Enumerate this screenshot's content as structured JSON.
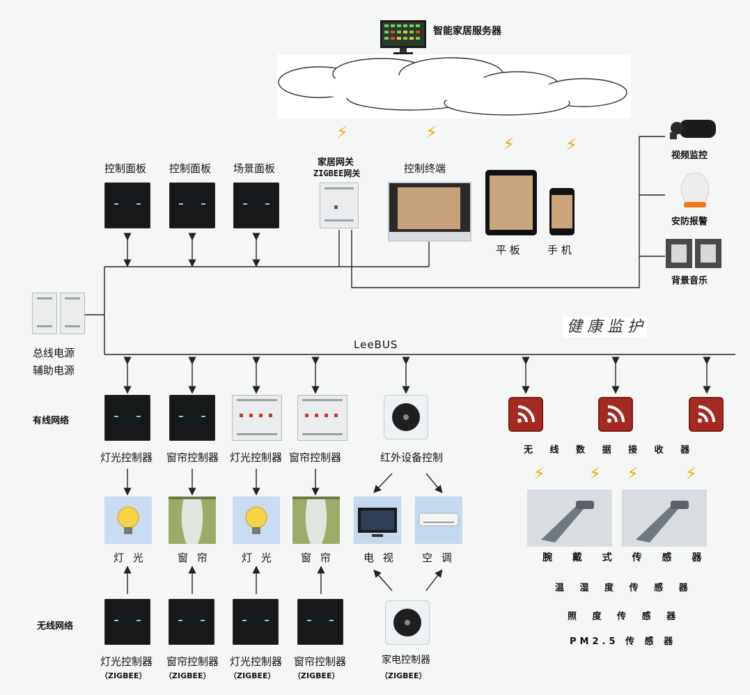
{
  "colors": {
    "line": "#222222",
    "panel": "#16181a",
    "led": "#6fd6ff",
    "wifi": "#a42a22",
    "bolt": "#e3b10f"
  },
  "server": {
    "label": "智能家居服务器",
    "icon": "monitor-icon"
  },
  "top": {
    "panel1": "控制面板",
    "panel2": "控制面板",
    "panel3": "场景面板",
    "gateway": "家居网关",
    "gateway2": "ZIGBEE网关",
    "terminal": "控制终端",
    "tablet": "平 板",
    "phone": "手 机"
  },
  "right": {
    "video": "视频监控",
    "alarm": "安防报警",
    "music": "背景音乐"
  },
  "power": {
    "line1": "总线电源",
    "line2": "辅助电源"
  },
  "bus": {
    "name": "LeeBUS",
    "health": "健 康 监 护"
  },
  "wired": {
    "title": "有线网络",
    "items": [
      "灯光控制器",
      "窗帘控制器",
      "灯光控制器",
      "窗帘控制器"
    ],
    "ir": "红外设备控制",
    "receiver": "无 线 数 据 接 收 器"
  },
  "devices": {
    "items": [
      "灯 光",
      "窗 帘",
      "灯 光",
      "窗 帘"
    ],
    "tv": "电 视",
    "ac": "空 调",
    "wrist": "腕 戴 式 传 感 器"
  },
  "sensors": {
    "s1": "温 湿 度 传 感 器",
    "s2": "照 度 传 感 器",
    "s3": "PM2.5 传 感 器"
  },
  "wireless": {
    "title": "无线网络",
    "items": [
      "灯光控制器",
      "窗帘控制器",
      "灯光控制器",
      "窗帘控制器"
    ],
    "appliance": "家电控制器",
    "zigbee": "（ZIGBEE）"
  }
}
